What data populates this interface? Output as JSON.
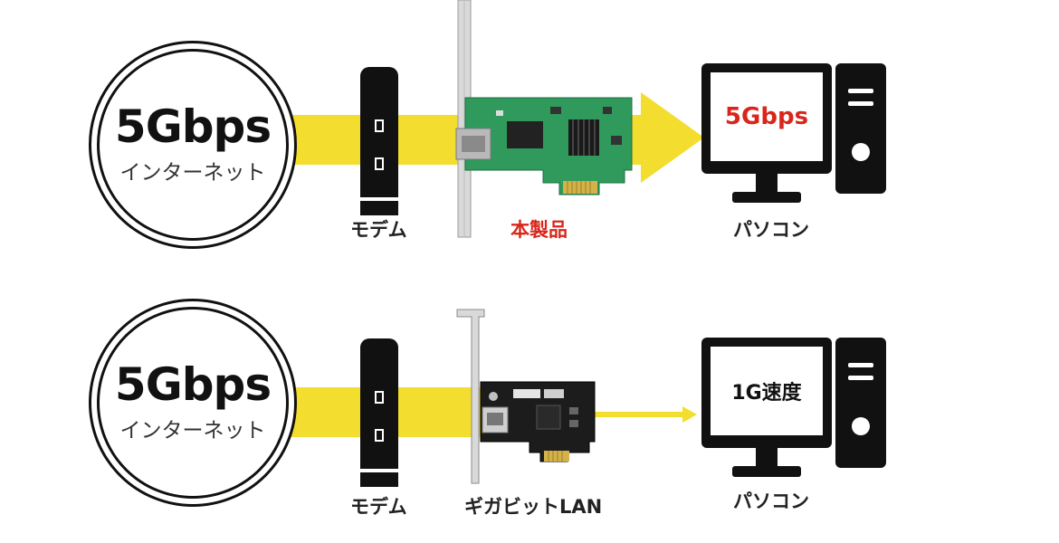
{
  "diagram_top": {
    "speed": "5Gbps",
    "internet": "インターネット",
    "modem_label": "モデム",
    "card_label": "本製品",
    "pc_screen": "5Gbps",
    "pc_label": "パソコン",
    "highlight_color": "#d9261c",
    "flow_color": "#f3dd2e"
  },
  "diagram_bottom": {
    "speed": "5Gbps",
    "internet": "インターネット",
    "modem_label": "モデム",
    "card_label": "ギガビットLAN",
    "pc_screen": "1G速度",
    "pc_label": "パソコン"
  }
}
